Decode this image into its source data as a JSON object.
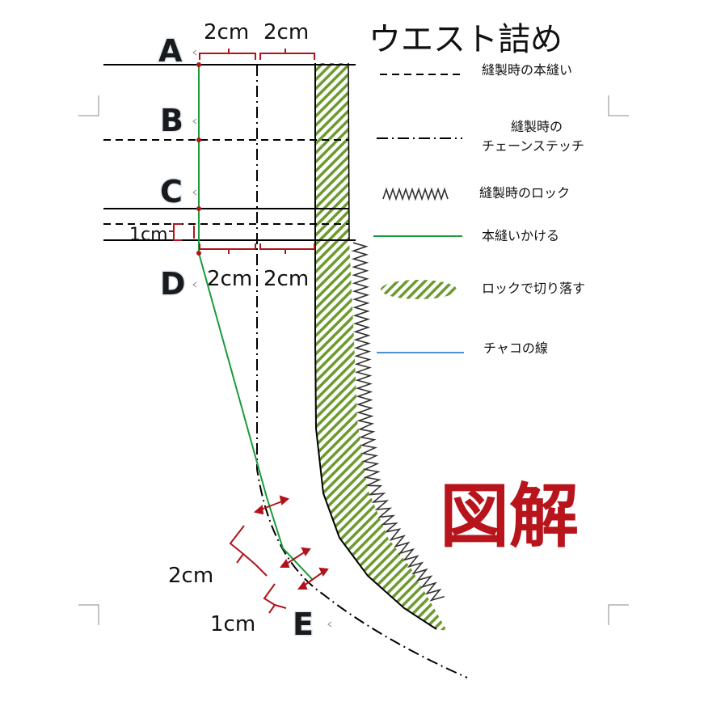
{
  "title": "ウエスト詰め",
  "big_label": "図解",
  "points": [
    "A",
    "B",
    "C",
    "D",
    "E"
  ],
  "dims": {
    "top_2cm_left": "2cm",
    "top_2cm_right": "2cm",
    "mid_2cm_left": "2cm",
    "mid_2cm_right": "2cm",
    "one_cm": "1cm",
    "lower_2cm": "2cm",
    "lower_1cm": "1cm"
  },
  "legend": {
    "main_seam": "縫製時の本縫い",
    "chain_line1": "縫製時の",
    "chain_line2": "チェーンステッチ",
    "lock": "縫製時のロック",
    "stitch": "本縫いかける",
    "cut": "ロックで切り落す",
    "chalk": "チャコの線"
  },
  "colors": {
    "seam_green": "#1a9b3c",
    "red": "#b0141a",
    "hatch_green": "#6c9a2e",
    "chalk_blue": "#4a8fd8"
  }
}
